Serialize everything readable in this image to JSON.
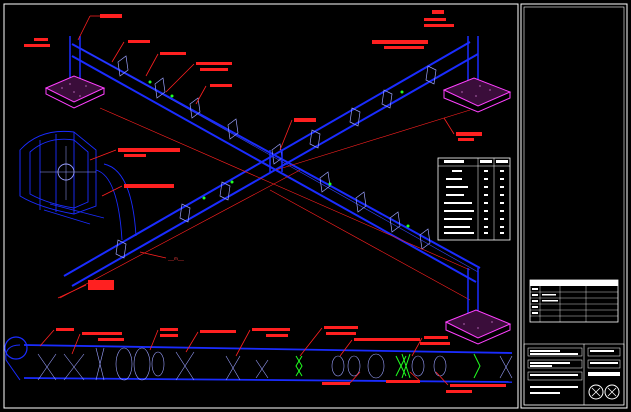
{
  "drawing": {
    "background_color": "#000000",
    "pipe_color": "#1a2cff",
    "annotation_color": "#ff2020",
    "support_color": "#ff40ff",
    "valve_color": "#20ff20",
    "frame_color": "#ffffff",
    "dim_text": "___m___"
  },
  "title_block": {
    "legend_rows": 10,
    "schedule_rows": 6,
    "notes_blocks": 4
  }
}
